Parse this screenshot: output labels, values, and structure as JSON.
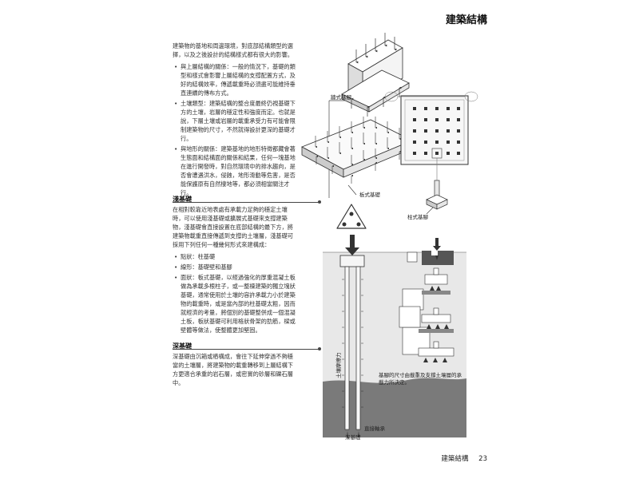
{
  "header": {
    "title": "建築結構"
  },
  "intro": "建築物的基地和周邊環境，對底部結構類型的選擇，以及之後設計的結構樣式都有很大的影響。",
  "intro_bullets": [
    "與上層結構的關係：一般的情況下，基礎的類型和樣式會影響上層結構的支撐配置方式，及好的結構效率，傳遞載重時必須盡可能維持垂直連續的傳布方式。",
    "土壤類型：建築結構的整合度最終仍視基礎下方的土壤，岩層的穩定性和強度而定。也就是說，下層土壤或岩層的載重承受力有可能會限制建築物的尺寸，不然就得設計更深的基礎才行。",
    "與地形的關係：建築基地的地形特徵都藏會著生態面和結構面的關係和結果，任何一塊基地在進行開發時，對自然環境中的排水趨向，是否會遭遇洪水，侵蝕，地形滑動等危害，是否能保護原有自然棲地等，都必須相當關注才行。"
  ],
  "shallow": {
    "title": "淺基礎",
    "text": "在相對較靠近地表處有承載力足夠的穩定土壤時，可以使用淺基礎或擴展式基礎來支撐建築物，淺基礎會直接設置在底部結構的最下方，將建築物載重直接傳遞到支撐的土壤層，淺基礎可採用下列任何一種幾何形式來建構成：",
    "bullets": [
      "點狀：柱基礎",
      "線形：基礎壁和基腳",
      "面狀：板式基礎，以經過強化的厚重混凝土板做為承載多根柱子，或一整棟建築的獨立塊狀基礎，通常使用於土壤的容許承載力小於建築物的載重時，或是當內部的柱基礎太粗，因而就經濟的考量，將個別的基礎整併成一個混凝土板，板狀基礎可利用格狀骨架的肋筋，樑或壁體等做法，使整體更加堅固。"
    ]
  },
  "deep": {
    "title": "深基礎",
    "text": "深基礎由沉箱或樁構成，會往下延伸穿過不夠穩當的土壤層，將建築物的載重轉移到上層結構下方更適合承重的岩石層，或密實的砂層和礫石層中。"
  },
  "diagram": {
    "wall_footing": "牆式基腳",
    "mat_foundation": "板式基礎",
    "column_footing": "柱式基腳",
    "soil_friction": "土壤摩擦力",
    "direct_bearing": "直接軸承",
    "deep_foundation": "深基礎",
    "caption": "基腳的尺寸由載重及支撐土壤層的承載力所決定。"
  },
  "footer": {
    "label": "建築結構",
    "page": "23"
  }
}
